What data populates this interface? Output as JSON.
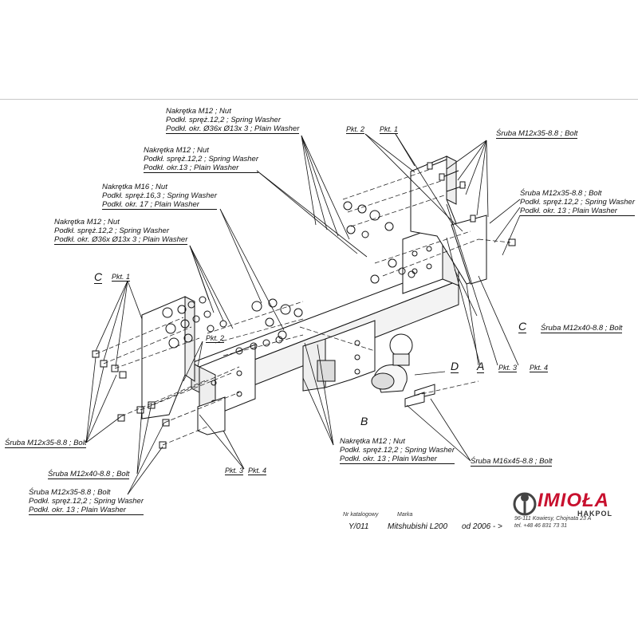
{
  "labels": {
    "nut_group_1": [
      "Nakrętka  M12 ; Nut",
      "Podkł. spręż.12,2 ; Spring Washer",
      "Podkł. okr.  Ø36x Ø13x 3 ; Plain Washer"
    ],
    "nut_group_2": [
      "Nakrętka  M12 ; Nut",
      "Podkł. spręż.12,2 ; Spring Washer",
      "Podkł. okr.13 ; Plain Washer"
    ],
    "nut_group_3": [
      "Nakrętka  M16 ; Nut",
      "Podkł. spręż.16,3 ; Spring Washer",
      "Podkł. okr. 17 ; Plain Washer"
    ],
    "nut_group_4": [
      "Nakrętka  M12 ; Nut",
      "Podkł. spręż.12,2 ; Spring Washer",
      "Podkł. okr.  Ø36x Ø13x 3 ; Plain Washer"
    ],
    "bolt_top_right": "Śruba M12x35-8.8 ;  Bolt",
    "bolt_group_right": [
      "Śruba M12x35-8.8 ;  Bolt",
      "Podkł. spręż.12,2 ; Spring Washer",
      "Podkł. okr. 13 ; Plain Washer"
    ],
    "bolt_m12x40_right": "Śruba M12x40-8.8 ;  Bolt",
    "bolt_m12x35_left": "Śruba M12x35-8.8 ;  Bolt",
    "bolt_m12x40_left": "Śruba M12x40-8.8 ;  Bolt",
    "bolt_group_left": [
      "Śruba M12x35-8.8 ;  Bolt",
      "Podkł. spręż.12,2 ; Spring Washer",
      "Podkł. okr. 13 ; Plain Washer"
    ],
    "nut_group_bottom": [
      "Nakrętka  M12 ; Nut",
      "Podkł. spręż.12,2 ; Spring Washer",
      "Podkł. okr. 13 ; Plain Washer"
    ],
    "bolt_m16": "Śruba M16x45-8.8 ;  Bolt"
  },
  "points": {
    "pkt1": "Pkt. 1",
    "pkt2": "Pkt. 2",
    "pkt3": "Pkt. 3",
    "pkt4": "Pkt. 4"
  },
  "letters": {
    "a": "A",
    "b": "B",
    "c": "C",
    "d": "D"
  },
  "footer": {
    "catalog_label": "Nr katalogowy",
    "catalog_value": "Y/011",
    "brand_label": "Marka",
    "brand_value": "Mitshubishi L200",
    "year_value": "od  2006 - >"
  },
  "company": {
    "name": "IMIOŁA",
    "sub": "HAKPOL",
    "address": "96-111 Kowiesy, Chojnata 23 A",
    "phone": "tel. +48 46 831 73 31"
  },
  "colors": {
    "ink": "#111111",
    "brand": "#c8102e"
  }
}
